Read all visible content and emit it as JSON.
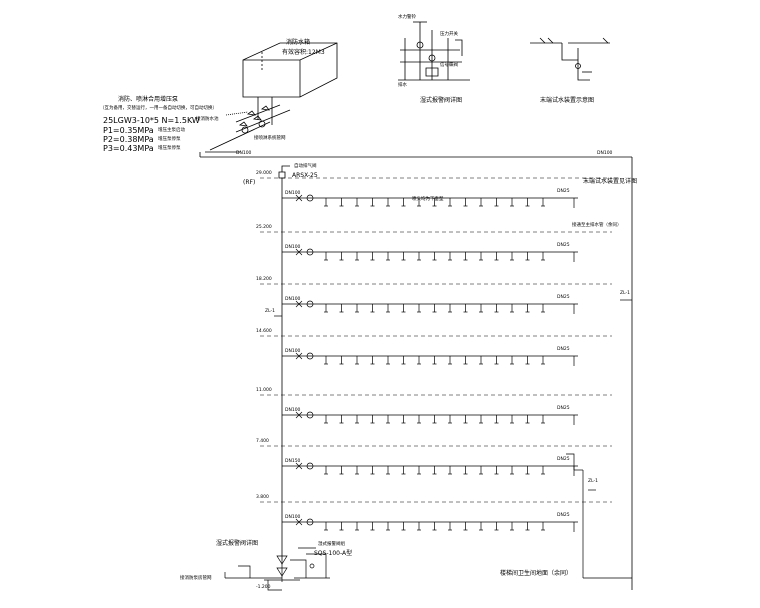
{
  "tank": {
    "name": "消防水箱",
    "volume": "有效容积:12M3"
  },
  "booster": {
    "note_line1": "消防、喷淋合用增压泵",
    "note_line2": "（互为备用，交替运行，一用一备自动切换，可自动切换）",
    "model": "25LGW3-10*5   N=1.5KW",
    "p1": "P1=0.35MPa",
    "p1_desc": "增压主泵启动",
    "p2": "P2=0.38MPa",
    "p2_desc": "增压泵停泵",
    "p3": "P3=0.43MPa",
    "p3_desc": "增压泵停泵",
    "pipe_label_1": "接消防水池",
    "pipe_label_2": "接喷淋系统管网"
  },
  "details": {
    "valve_title": "湿式报警阀详图",
    "valve_label_1": "水力警铃",
    "valve_label_2": "压力开关",
    "valve_label_3": "信号蝶阀",
    "valve_label_4": "排水",
    "endtest_title": "末端试水装置示意图"
  },
  "riser": {
    "top_header": "DN100",
    "top_header_right": "DN100",
    "roof_label": "(RF)",
    "exhaust_valve": "自动排气阀",
    "exhaust_model": "ARSX-25",
    "endtest_ref": "末端试水装置见详图",
    "floor_ref": "接通至主排水管（余同）",
    "riser_tag": "ZL-1",
    "riser_tag_right": "ZL-1",
    "riser_tag_low": "ZL-1",
    "floors": [
      {
        "elev": "29.000",
        "dn": "DN100",
        "right": "DN25"
      },
      {
        "elev": "25.200",
        "dn": "DN100",
        "right": "DN25"
      },
      {
        "elev": "18.200",
        "dn": "DN100",
        "right": "DN25"
      },
      {
        "elev": "14.600",
        "dn": "DN100",
        "right": "DN25"
      },
      {
        "elev": "11.000",
        "dn": "DN100",
        "right": "DN25"
      },
      {
        "elev": "7.400",
        "dn": "DN150",
        "right": "DN25"
      },
      {
        "elev": "3.800",
        "dn": "DN100",
        "right": "DN25"
      }
    ],
    "pipe_spec": "喷头均为下垂型",
    "bottom_valve_title": "湿式报警阀详图",
    "bottom_pump_note": "湿式报警阀组",
    "bottom_pump_model": "SQS-100-A型",
    "bottom_left_label": "接消防泵房管网",
    "bottom_elev": "-1.200",
    "bottom_right_label": "楼梯间卫生间地面（余同）"
  }
}
